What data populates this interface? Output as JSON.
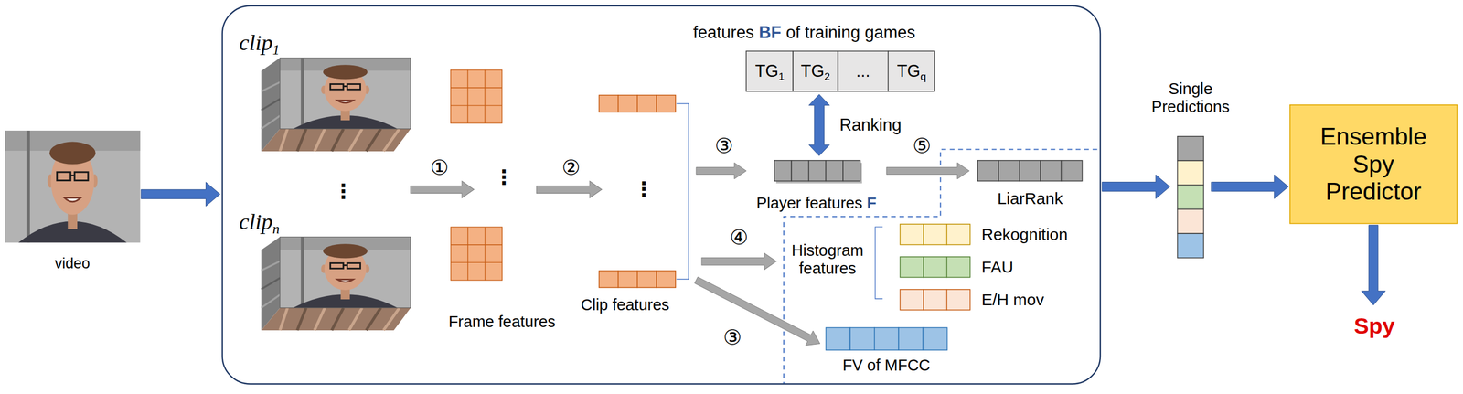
{
  "diagram": {
    "nodes": [
      {
        "text": [
          "video"
        ]
      },
      {
        "text": []
      },
      {
        "text": [
          "clip1"
        ],
        "in": 1
      },
      {
        "text": [
          "clipn"
        ],
        "in": 1
      },
      {
        "text": [
          "Frame features"
        ],
        "in": 1
      },
      {
        "text": [
          "Clip features"
        ],
        "in": 1
      },
      {
        "text": [
          "features BF of training games"
        ],
        "in": 1
      },
      {
        "text": [
          "TG1"
        ],
        "in": 6
      },
      {
        "text": [
          "TG2"
        ],
        "in": 6
      },
      {
        "text": [
          "..."
        ],
        "in": 6
      },
      {
        "text": [
          "TGq"
        ],
        "in": 6
      },
      {
        "text": [
          "Player features F"
        ],
        "in": 1
      },
      {
        "text": [
          "LiarRank"
        ],
        "in": 1
      },
      {
        "text": [
          "Rekognition"
        ],
        "in": 1
      },
      {
        "text": [
          "FAU"
        ],
        "in": 1
      },
      {
        "text": [
          "E/H mov"
        ],
        "in": 1
      },
      {
        "text": [
          "FV of MFCC"
        ],
        "in": 1
      },
      {
        "text": [
          "Single Predictions"
        ]
      },
      {
        "text": [
          "Ensemble Spy Predictor"
        ]
      },
      {
        "text": [
          "Spy"
        ]
      }
    ],
    "edges": [
      {
        "from": 0,
        "to": 1,
        "arrow": "to"
      },
      {
        "from": 5,
        "to": 11,
        "arrow": "to"
      },
      {
        "from": 6,
        "to": 11,
        "arrow": "both",
        "label": "Ranking"
      },
      {
        "from": 11,
        "to": 12,
        "arrow": "to"
      },
      {
        "from": 5,
        "to": 16,
        "arrow": "to"
      },
      {
        "from": 1,
        "to": 17,
        "arrow": "to"
      },
      {
        "from": 17,
        "to": 18,
        "arrow": "to"
      },
      {
        "from": 18,
        "to": 19,
        "arrow": "to"
      }
    ],
    "labels": [
      "①",
      "②",
      "③",
      "④",
      "③",
      "⑤",
      "⋮",
      "⋮",
      "⋮",
      "Histogram features"
    ]
  }
}
